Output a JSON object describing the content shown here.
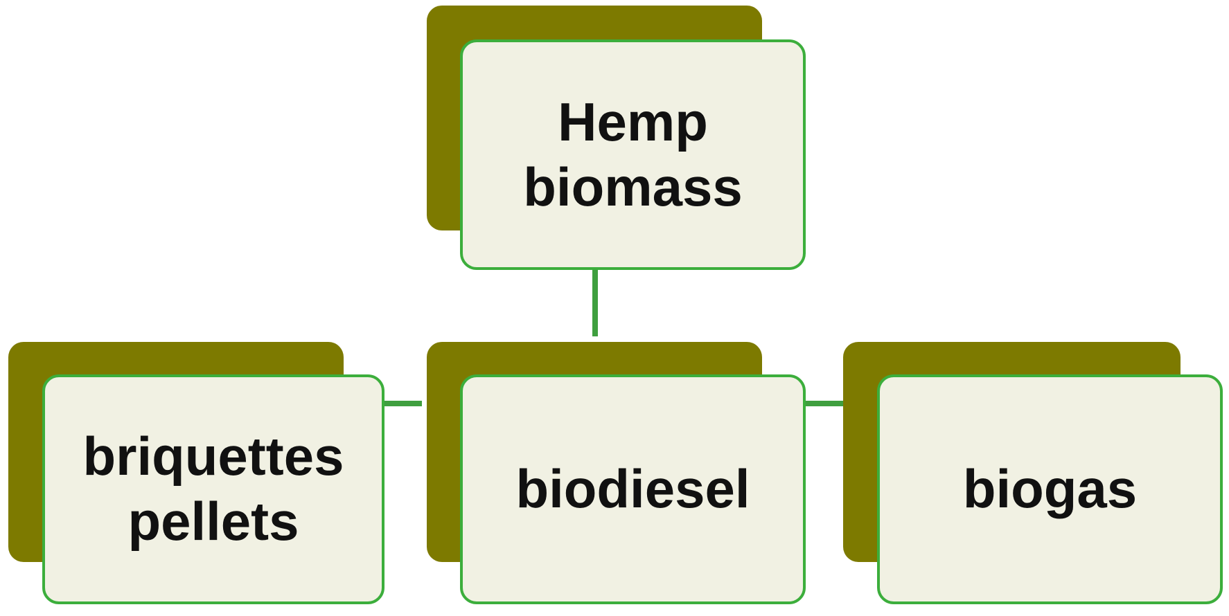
{
  "diagram": {
    "root": {
      "lines": [
        "Hemp",
        "biomass"
      ]
    },
    "children": [
      {
        "lines": [
          "briquettes",
          "pellets"
        ]
      },
      {
        "lines": [
          "biodiesel"
        ]
      },
      {
        "lines": [
          "biogas"
        ]
      }
    ]
  },
  "colors": {
    "back_box": "#7d7a00",
    "front_fill": "#f1f1e3",
    "border": "#3cae3c",
    "connector": "#3f9f3f"
  }
}
